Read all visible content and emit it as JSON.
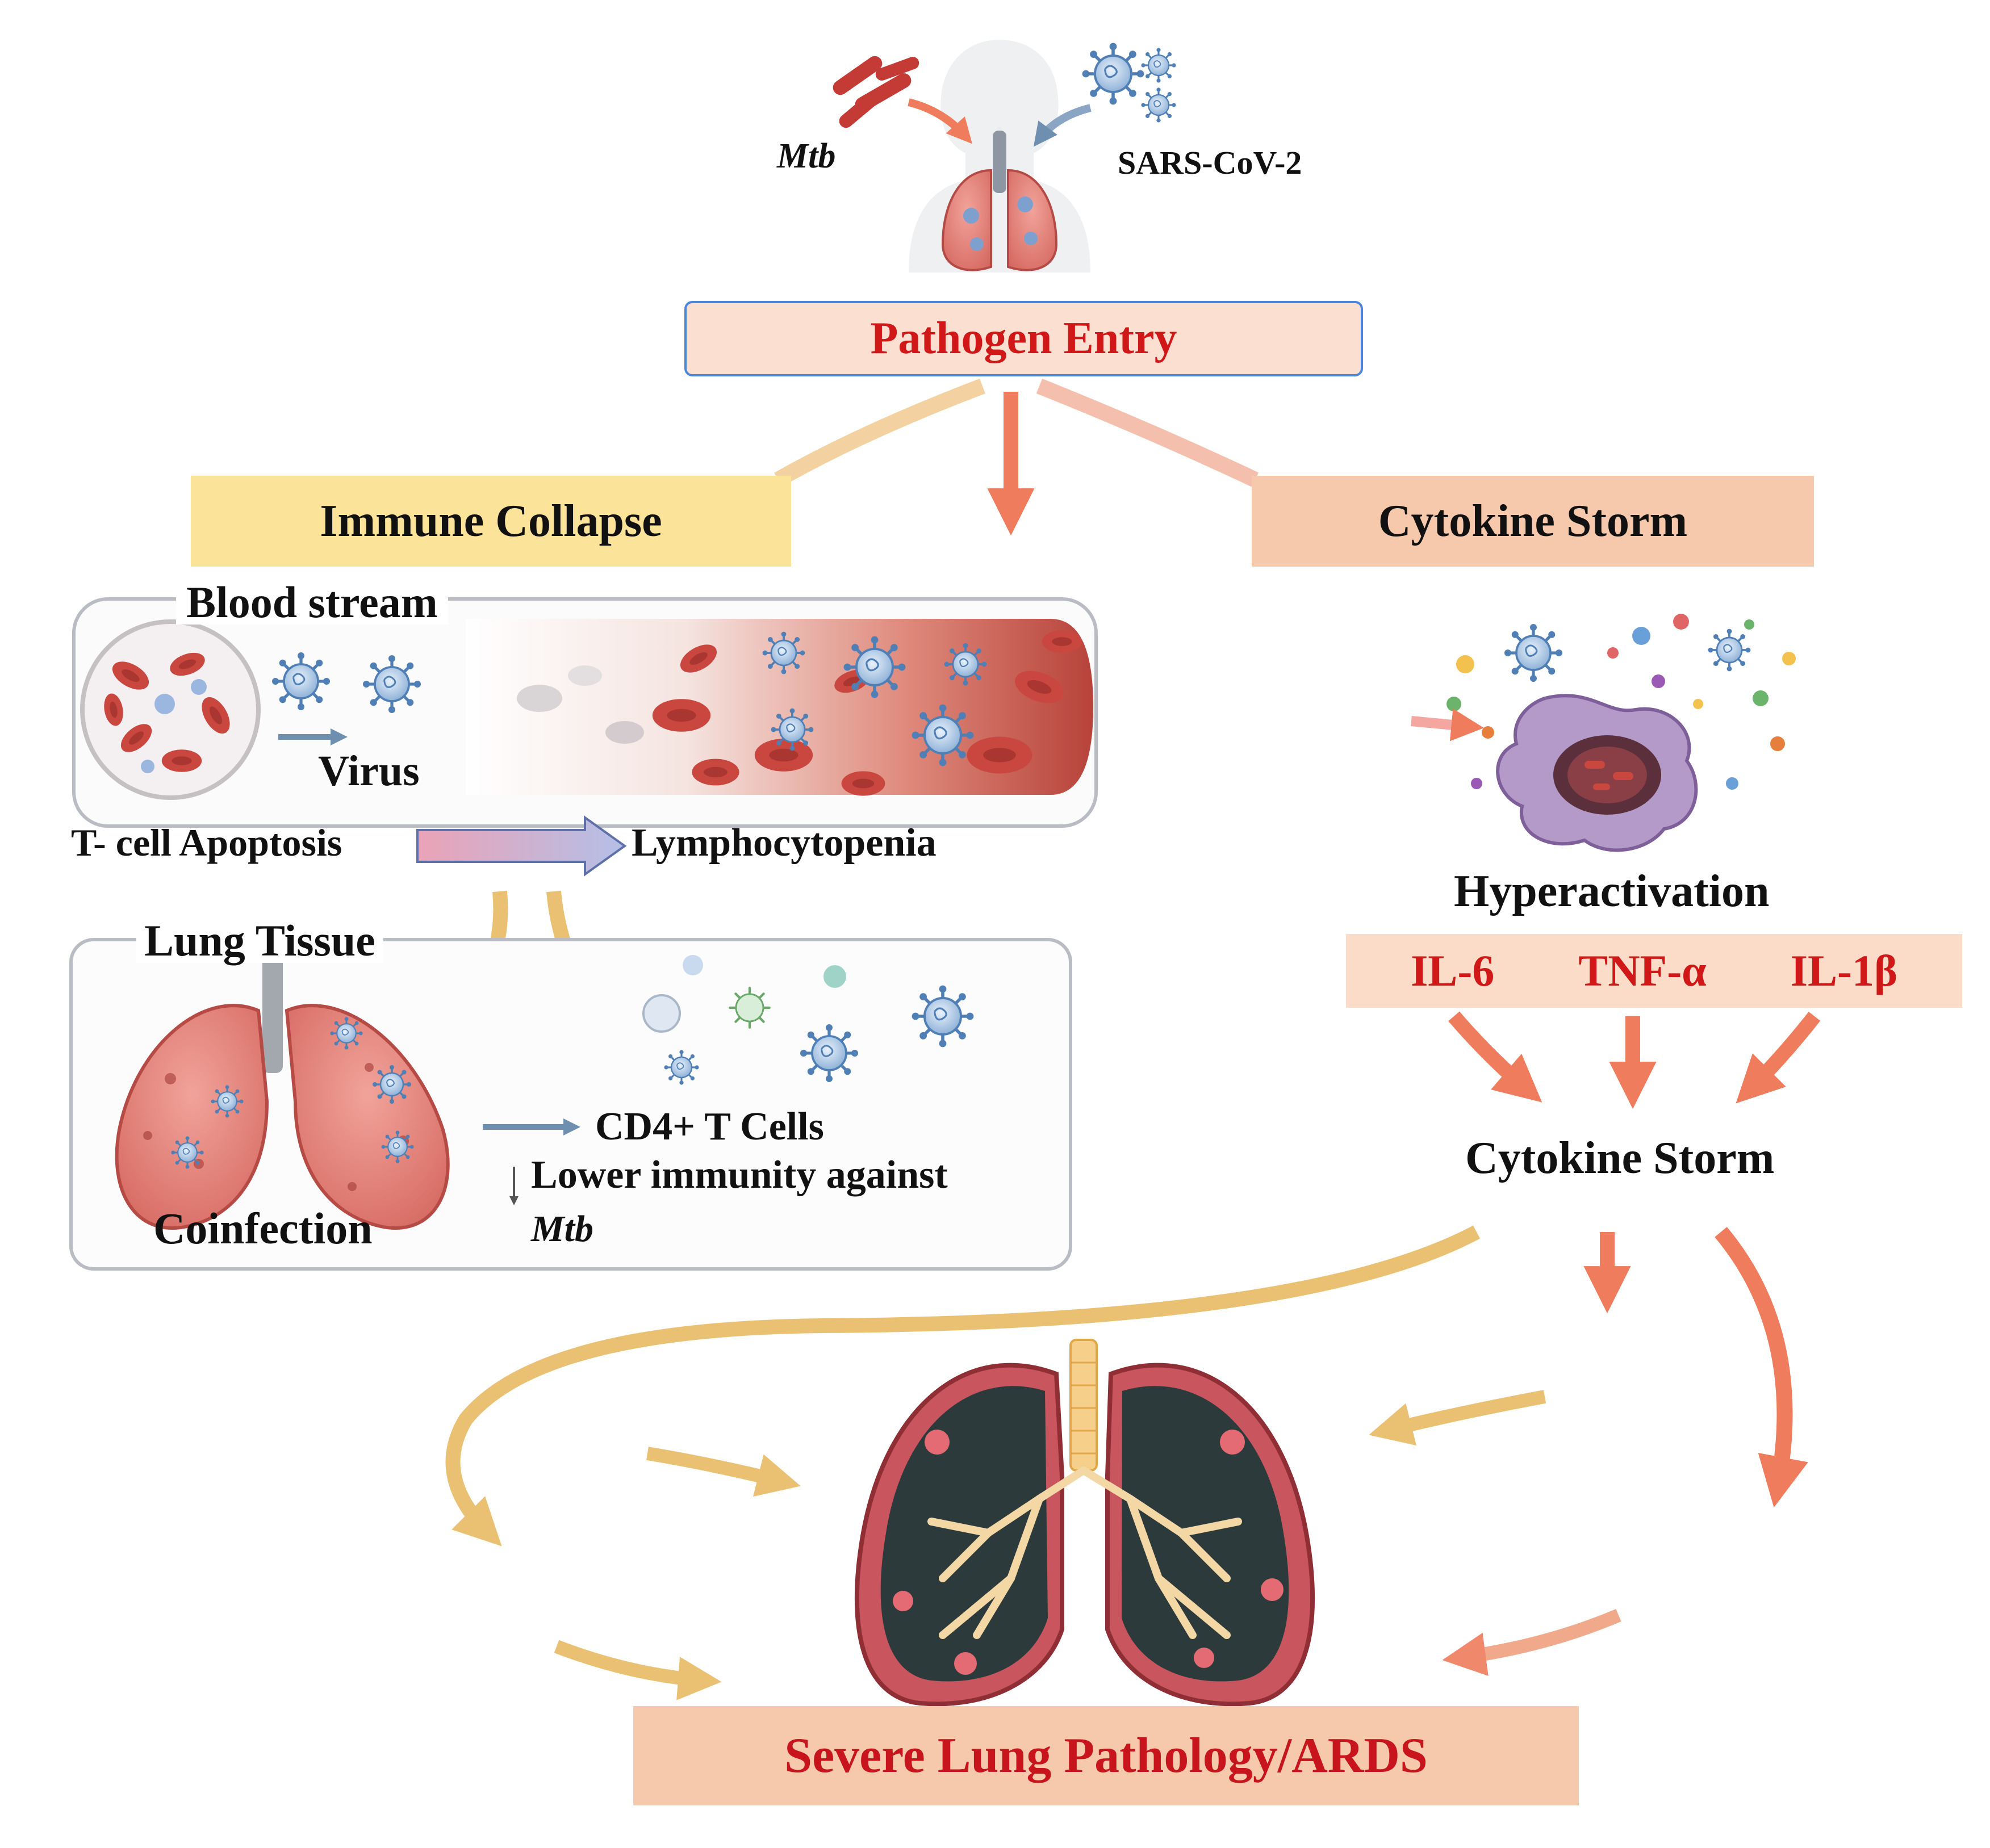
{
  "pathogen_entry": {
    "mtb_label": "Mtb",
    "sars_label": "SARS-CoV-2",
    "title": "Pathogen Entry"
  },
  "immune_collapse": {
    "title": "Immune Collapse",
    "blood_stream": {
      "title": "Blood stream",
      "virus_label": "Virus",
      "apoptosis_label": "T- cell Apoptosis",
      "lymphocytopenia_label": "Lymphocytopenia"
    },
    "lung_tissue": {
      "title": "Lung Tissue",
      "cd4_label": "CD4+ T Cells",
      "lower_immunity_label": "Lower immunity against",
      "mtb_label": "Mtb",
      "coinfection_label": "Coinfection"
    }
  },
  "cytokine_branch": {
    "title": "Cytokine Storm",
    "hyperactivation_label": "Hyperactivation",
    "cytokines": [
      "IL-6",
      "TNF-α",
      "IL-1β"
    ],
    "result_label": "Cytokine Storm"
  },
  "outcome": {
    "title": "Severe Lung Pathology/ARDS"
  },
  "colors": {
    "red_text": "#d01818",
    "yellow_box": "#fbe39a",
    "peach_box": "#f6c9ad",
    "entry_box_fill": "#fbdfd1",
    "entry_box_border": "#4c86d8",
    "arrow_orange": "#ef7c5c",
    "arrow_gold": "#e7b75a"
  }
}
